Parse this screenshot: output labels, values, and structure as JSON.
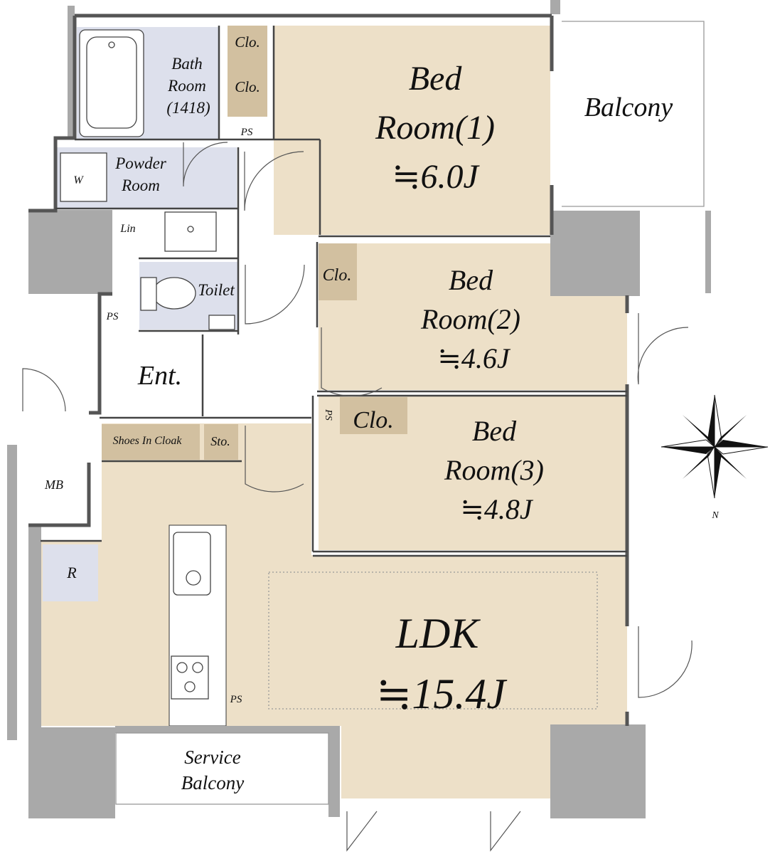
{
  "rooms": {
    "bedroom1": {
      "name_line1": "Bed",
      "name_line2": "Room(1)",
      "area": "≒6.0J"
    },
    "bedroom2": {
      "name_line1": "Bed",
      "name_line2": "Room(2)",
      "area": "≒4.6J"
    },
    "bedroom3": {
      "name_line1": "Bed",
      "name_line2": "Room(3)",
      "area": "≒4.8J"
    },
    "ldk": {
      "name": "LDK",
      "area": "≒15.4J"
    },
    "balcony": "Balcony",
    "service_balcony": {
      "line1": "Service",
      "line2": "Balcony"
    },
    "bath": {
      "line1": "Bath",
      "line2": "Room",
      "line3": "(1418)"
    },
    "powder": {
      "line1": "Powder",
      "line2": "Room"
    },
    "toilet": "Toilet",
    "entrance": "Ent."
  },
  "storage": {
    "clo_bed1_top": "Clo.",
    "clo_bed1_bottom": "Clo.",
    "clo_bed2": "Clo.",
    "clo_bed3": "Clo.",
    "shoes_cloak": "Shoes In Cloak",
    "sto": "Sto.",
    "linen": "Lin",
    "washer": "W",
    "refrigerator": "R",
    "meter_box": "MB"
  },
  "shafts": {
    "ps_bath": "PS",
    "ps_toilet": "PS",
    "ps_hall": "PS",
    "ps_kitchen": "PS"
  },
  "compass": {
    "north_label": "N",
    "icon": "compass-rose-icon"
  },
  "colors": {
    "wood_floor": "#ede0c8",
    "wet_area": "#dde0ec",
    "closet": "#d2c0a0",
    "pillar": "#a9a9a9",
    "wall": "#5c5c5c"
  }
}
